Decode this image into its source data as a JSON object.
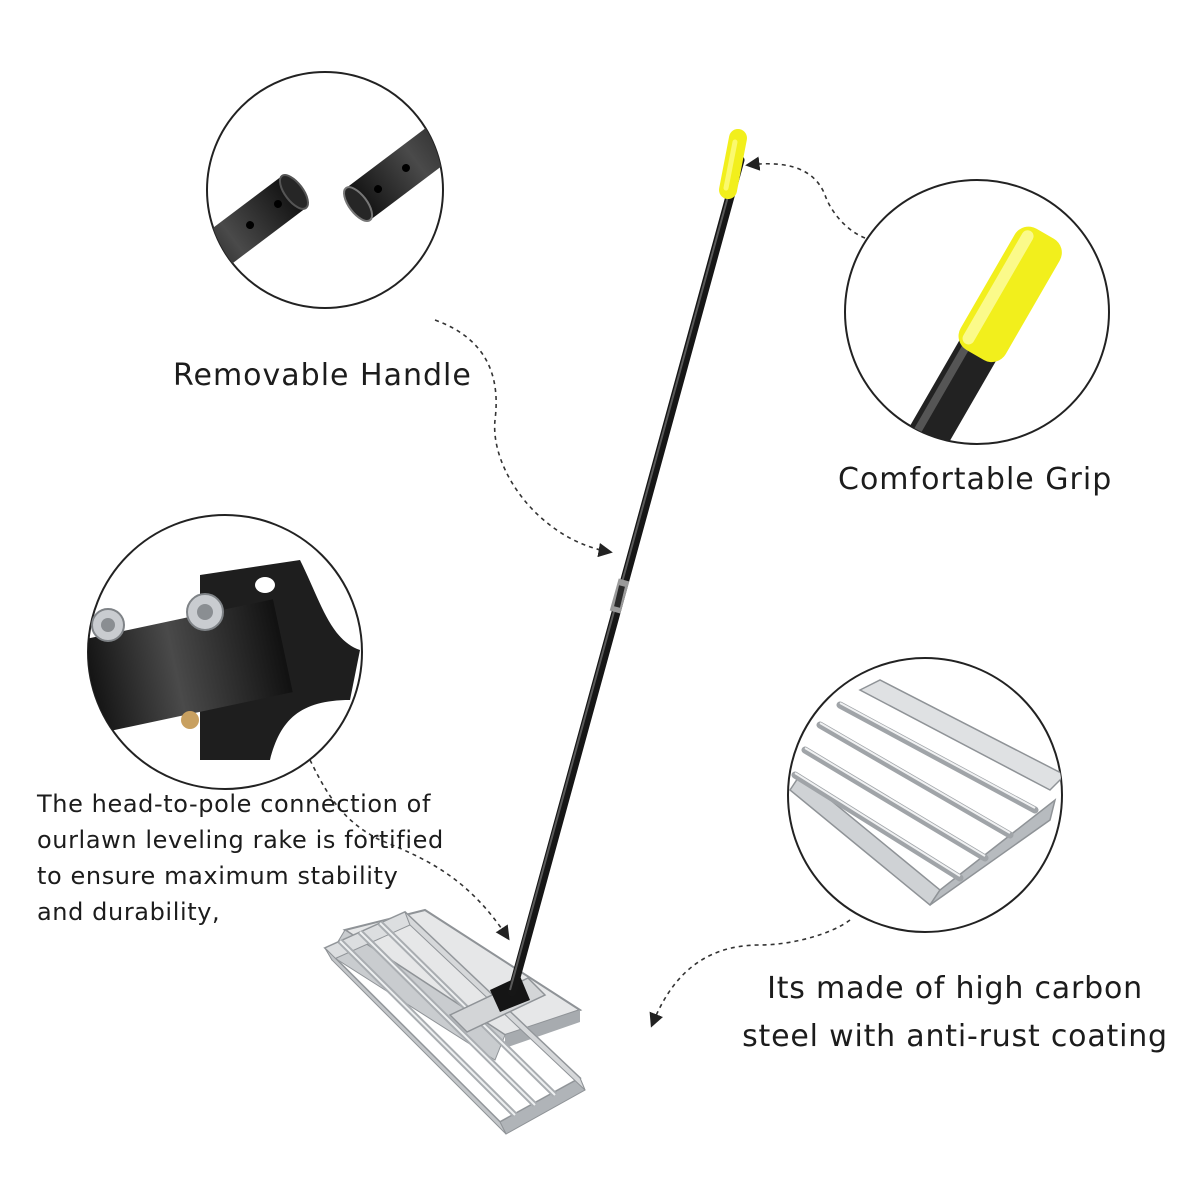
{
  "callouts": {
    "removable_handle": "Removable Handle",
    "comfortable_grip": "Comfortable Grip",
    "connection": [
      "The head-to-pole connection of",
      "ourlawn leveling rake is fortified",
      "to ensure maximum stability",
      "and durability,"
    ],
    "steel": [
      "Its made of high carbon",
      "steel with anti-rust coating"
    ]
  },
  "colors": {
    "pole": "#1b1b1b",
    "grip": "#f2ef1c",
    "steel": "#d4d6d8",
    "steel_edge": "#9a9da1",
    "circle_outline": "#222222",
    "dashed_arrow": "#333333"
  },
  "icons": {
    "handle_detail": "handle-joint-illustration",
    "grip_detail": "grip-illustration",
    "connection_detail": "bracket-bolts-illustration",
    "steel_detail": "rake-head-illustration"
  }
}
